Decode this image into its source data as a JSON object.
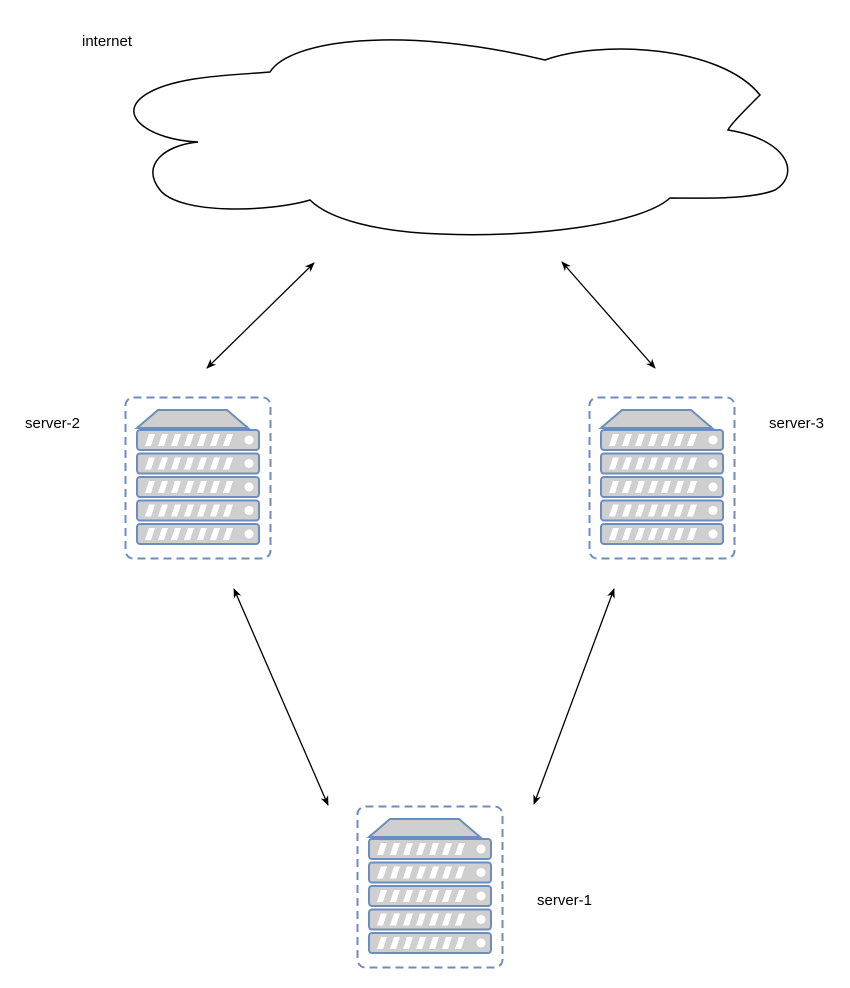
{
  "nodes": {
    "internet": {
      "label": "internet",
      "icon": "cloud-icon"
    },
    "server_1": {
      "label": "server-1",
      "icon": "server-rack-icon"
    },
    "server_2": {
      "label": "server-2",
      "icon": "server-rack-icon"
    },
    "server_3": {
      "label": "server-3",
      "icon": "server-rack-icon"
    }
  },
  "edges": [
    {
      "from": "internet",
      "to": "server_2",
      "arrows": "both"
    },
    {
      "from": "internet",
      "to": "server_3",
      "arrows": "both"
    },
    {
      "from": "server_2",
      "to": "server_1",
      "arrows": "both"
    },
    {
      "from": "server_3",
      "to": "server_1",
      "arrows": "both"
    }
  ],
  "colors": {
    "server_outline": "#6c8ebf",
    "server_fill": "#cfcfcf",
    "cloud_stroke": "#000000",
    "cloud_fill": "#ffffff",
    "arrow": "#000000"
  }
}
